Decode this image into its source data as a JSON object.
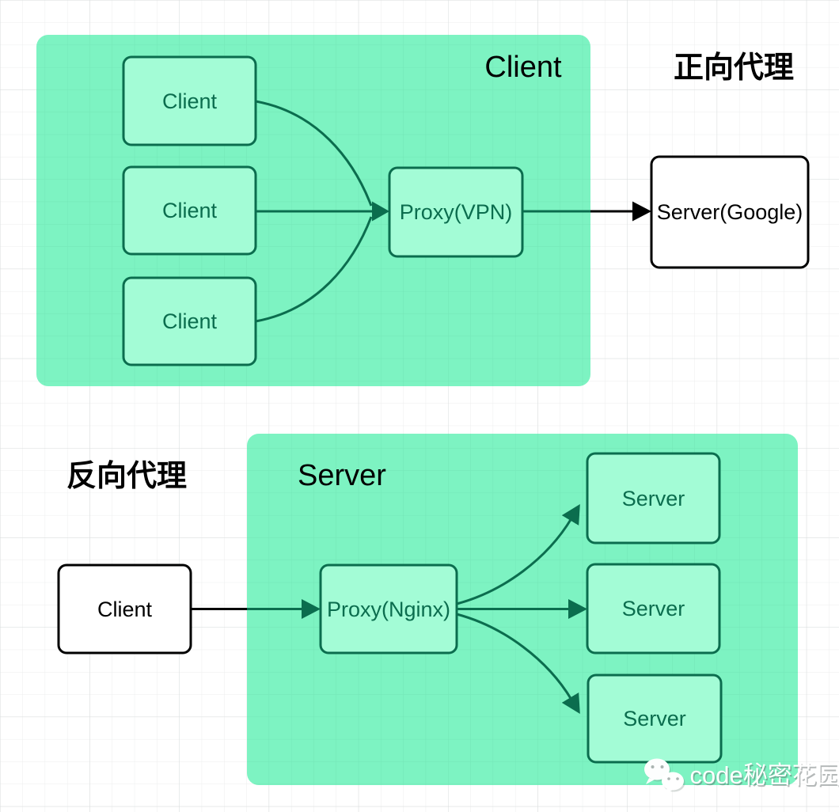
{
  "page": {
    "background_color": "#ffffff",
    "grid_minor_color": "#eceeee",
    "grid_major_color": "#d9dddd"
  },
  "colors": {
    "container_fill": "#7DF3C2",
    "node_fill": "#A3FCD6",
    "green_stroke": "#0B6D4E",
    "black_stroke": "#000000"
  },
  "forward_proxy": {
    "section_title_zh": "正向代理",
    "container_label": "Client",
    "clients": [
      "Client",
      "Client",
      "Client"
    ],
    "proxy_label": "Proxy(VPN)",
    "server_label": "Server(Google)"
  },
  "reverse_proxy": {
    "section_title_zh": "反向代理",
    "container_label": "Server",
    "client_label": "Client",
    "proxy_label": "Proxy(Nginx)",
    "servers": [
      "Server",
      "Server",
      "Server"
    ]
  },
  "watermark": {
    "icon": "wechat-chat-bubbles-icon",
    "text": "code秘密花园"
  }
}
